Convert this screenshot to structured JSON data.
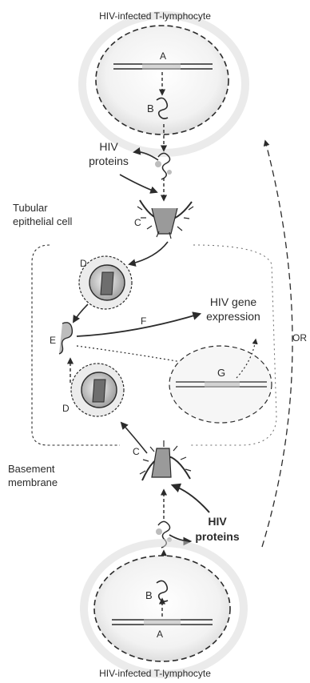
{
  "labels": {
    "top_title": "HIV-infected T-lymphocyte",
    "bottom_title": "HIV-infected T-lymphocyte",
    "tubular_line1": "Tubular",
    "tubular_line2": "epithelial cell",
    "basement_line1": "Basement",
    "basement_line2": "membrane",
    "hiv_proteins_top_line1": "HIV",
    "hiv_proteins_top_line2": "proteins",
    "hiv_proteins_bottom_line1": "HIV",
    "hiv_proteins_bottom_line2": "proteins",
    "gene_expr_line1": "HIV gene",
    "gene_expr_line2": "expression",
    "or_label": "OR",
    "letter_A_top": "A",
    "letter_B_top": "B",
    "letter_C_top": "C",
    "letter_D_top": "D",
    "letter_E": "E",
    "letter_F": "F",
    "letter_G": "G",
    "letter_D_bottom": "D",
    "letter_C_bottom": "C",
    "letter_B_bottom": "B",
    "letter_A_bottom": "A"
  },
  "colors": {
    "ink": "#2b2b2b",
    "shade": "#bdbdbd",
    "light_shade": "#e4e4e4"
  }
}
